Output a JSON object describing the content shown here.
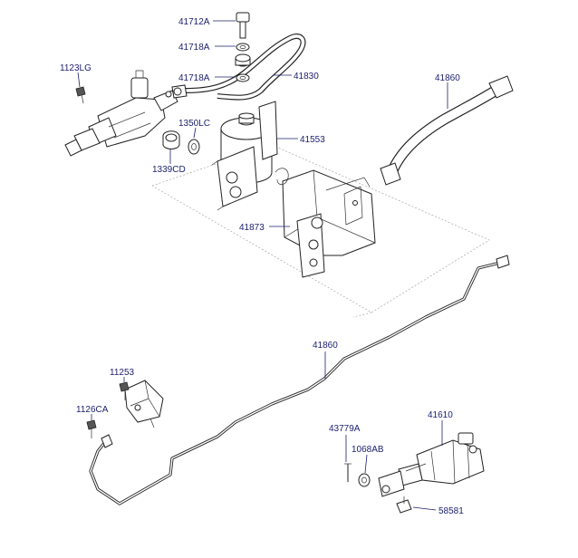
{
  "diagram": {
    "labels": {
      "p41712A": "41712A",
      "p41718A_top": "41718A",
      "p41718A_mid": "41718A",
      "p41830": "41830",
      "p1123LG": "1123LG",
      "p1350LC": "1350LC",
      "p1339CD": "1339CD",
      "p41553": "41553",
      "p41860_top": "41860",
      "p41873": "41873",
      "p41860_mid": "41860",
      "p11253": "11253",
      "p1126CA": "1126CA",
      "p43779A": "43779A",
      "p41610": "41610",
      "p1068AB": "1068AB",
      "p58581": "58581"
    },
    "colors": {
      "label": "#1a1f6e",
      "line": "#222222"
    }
  }
}
